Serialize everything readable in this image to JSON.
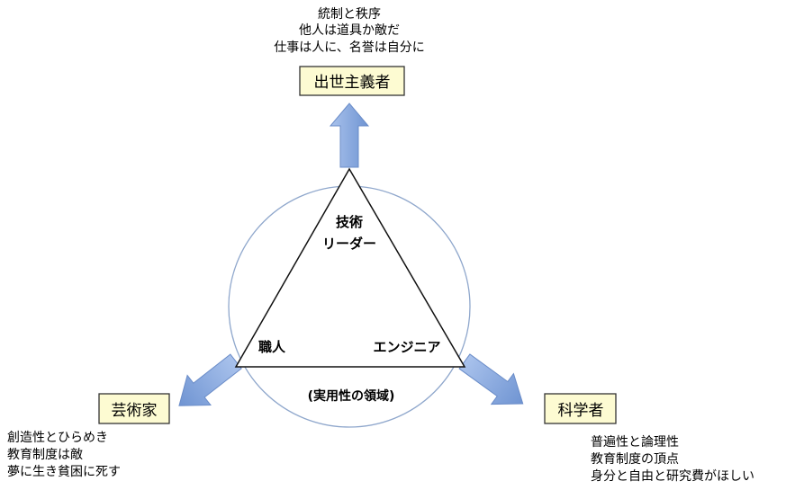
{
  "colors": {
    "arrow": "#7fa3db",
    "arrow_edge": "#5b80bf",
    "circle": "#8fa7cc",
    "box_fill": "#fdfbd2",
    "box_edge": "#333333"
  },
  "top": {
    "title": "出世主義者",
    "lines": [
      "統制と秩序",
      "他人は道具か敵だ",
      "仕事は人に、名誉は自分に"
    ]
  },
  "left": {
    "title": "芸術家",
    "lines": [
      "創造性とひらめき",
      "教育制度は敵",
      "夢に生き貧困に死す"
    ]
  },
  "right": {
    "title": "科学者",
    "lines": [
      "普遍性と論理性",
      "教育制度の頂点",
      "身分と自由と研究費がほしい"
    ]
  },
  "triangle": {
    "top_label": [
      "技術",
      "リーダー"
    ],
    "left_label": "職人",
    "right_label": "エンジニア",
    "bottom_label": "(実用性の領域)"
  }
}
